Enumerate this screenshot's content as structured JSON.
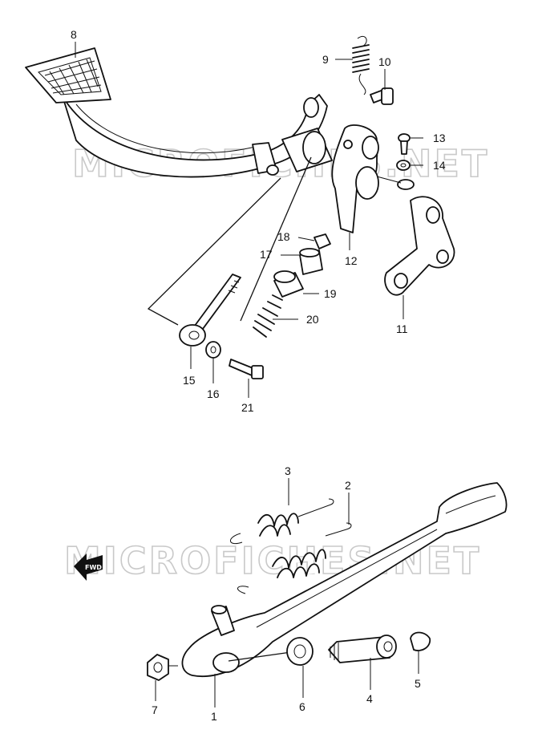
{
  "watermark": "MICROFICHES.NET",
  "fwd_label": "FWD",
  "callouts": {
    "c1": "1",
    "c2": "2",
    "c3": "3",
    "c4": "4",
    "c5": "5",
    "c6": "6",
    "c7": "7",
    "c8": "8",
    "c9": "9",
    "c10": "10",
    "c11": "11",
    "c12": "12",
    "c13": "13",
    "c14": "14",
    "c15": "15",
    "c16": "16",
    "c17": "17",
    "c18": "18",
    "c19": "19",
    "c20": "20",
    "c21": "21"
  }
}
